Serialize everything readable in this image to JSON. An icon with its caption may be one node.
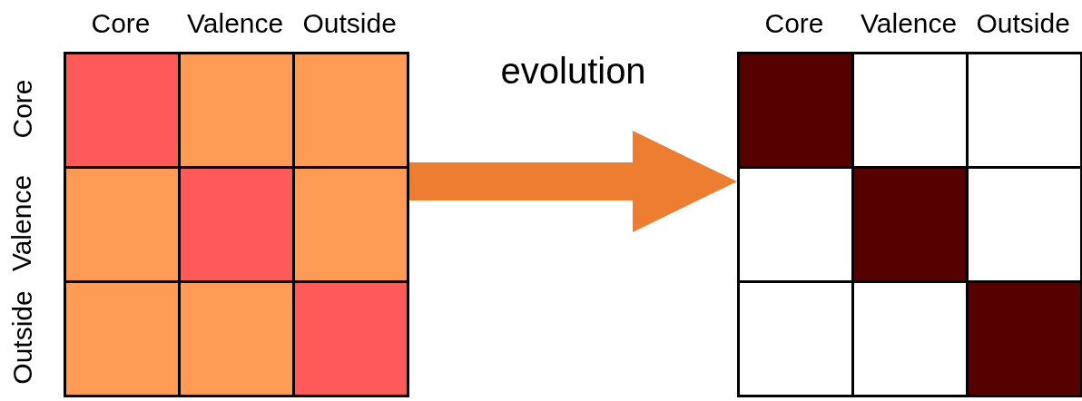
{
  "diagram": {
    "nodes": [
      {
        "text": [],
        "shape": "grid",
        "beside": [
          "Core",
          "Valence",
          "Outside",
          "Core",
          "Valence",
          "Outside"
        ]
      },
      {
        "text": [],
        "shape": "grid",
        "beside": [
          "Core",
          "Valence",
          "Outside"
        ]
      }
    ],
    "edges": [
      {
        "from": 0,
        "to": 1,
        "arrow": "to",
        "label": "evolution"
      }
    ]
  }
}
